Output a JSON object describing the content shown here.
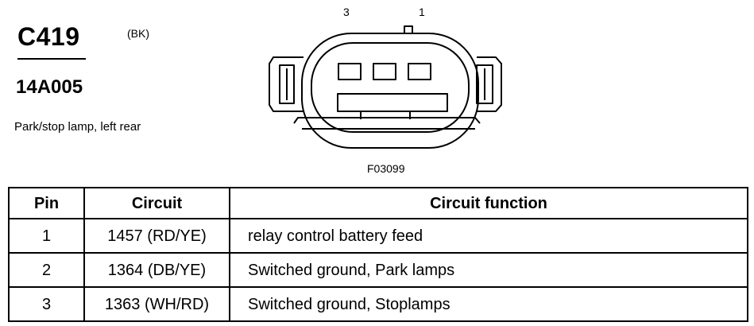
{
  "connector": {
    "id": "C419",
    "wire_color": "(BK)",
    "part_number": "14A005",
    "description": "Park/stop lamp, left rear"
  },
  "diagram": {
    "pin_labels": [
      "3",
      "1"
    ],
    "figure_id": "F03099"
  },
  "table": {
    "headers": {
      "pin": "Pin",
      "circuit": "Circuit",
      "function": "Circuit function"
    },
    "rows": [
      {
        "pin": "1",
        "circuit": "1457 (RD/YE)",
        "function": "relay control battery feed"
      },
      {
        "pin": "2",
        "circuit": "1364 (DB/YE)",
        "function": "Switched ground, Park lamps"
      },
      {
        "pin": "3",
        "circuit": "1363 (WH/RD)",
        "function": "Switched ground, Stoplamps"
      }
    ]
  }
}
